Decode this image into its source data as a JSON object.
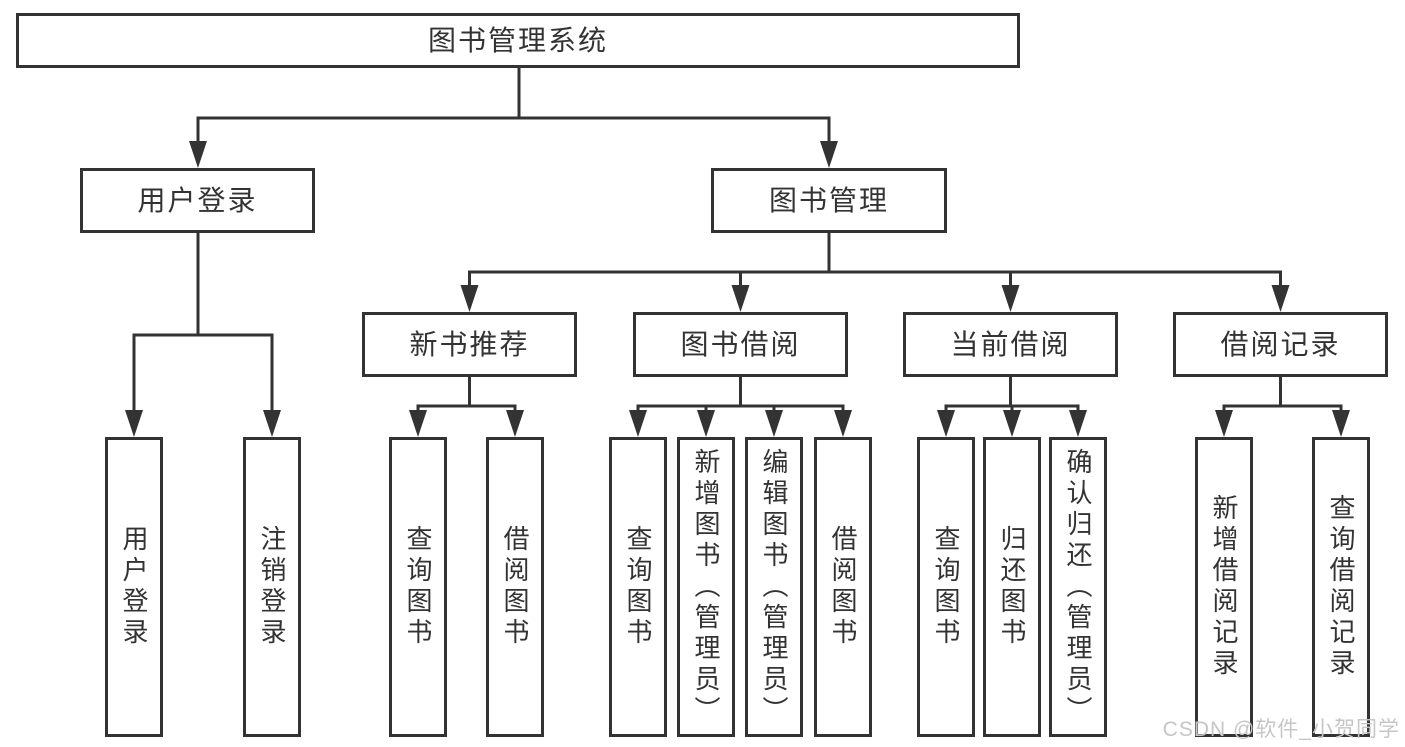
{
  "diagram": {
    "type": "tree",
    "root": {
      "label": "图书管理系统"
    },
    "branches": [
      {
        "label": "用户登录",
        "children": [
          {
            "label": "用户登录"
          },
          {
            "label": "注销登录"
          }
        ]
      },
      {
        "label": "图书管理",
        "children": [
          {
            "label": "新书推荐",
            "children": [
              {
                "label": "查询图书"
              },
              {
                "label": "借阅图书"
              }
            ]
          },
          {
            "label": "图书借阅",
            "children": [
              {
                "label": "查询图书"
              },
              {
                "label": "新增图书（管理员）"
              },
              {
                "label": "编辑图书（管理员）"
              },
              {
                "label": "借阅图书"
              }
            ]
          },
          {
            "label": "当前借阅",
            "children": [
              {
                "label": "查询图书"
              },
              {
                "label": "归还图书"
              },
              {
                "label": "确认归还（管理员）"
              }
            ]
          },
          {
            "label": "借阅记录",
            "children": [
              {
                "label": "新增借阅记录"
              },
              {
                "label": "查询借阅记录"
              }
            ]
          }
        ]
      }
    ]
  },
  "watermark": "CSDN @软件_小贺同学",
  "colors": {
    "line": "#333333",
    "box_border": "#333333",
    "text": "#333333",
    "watermark": "#c6c6c6",
    "background": "#ffffff"
  }
}
